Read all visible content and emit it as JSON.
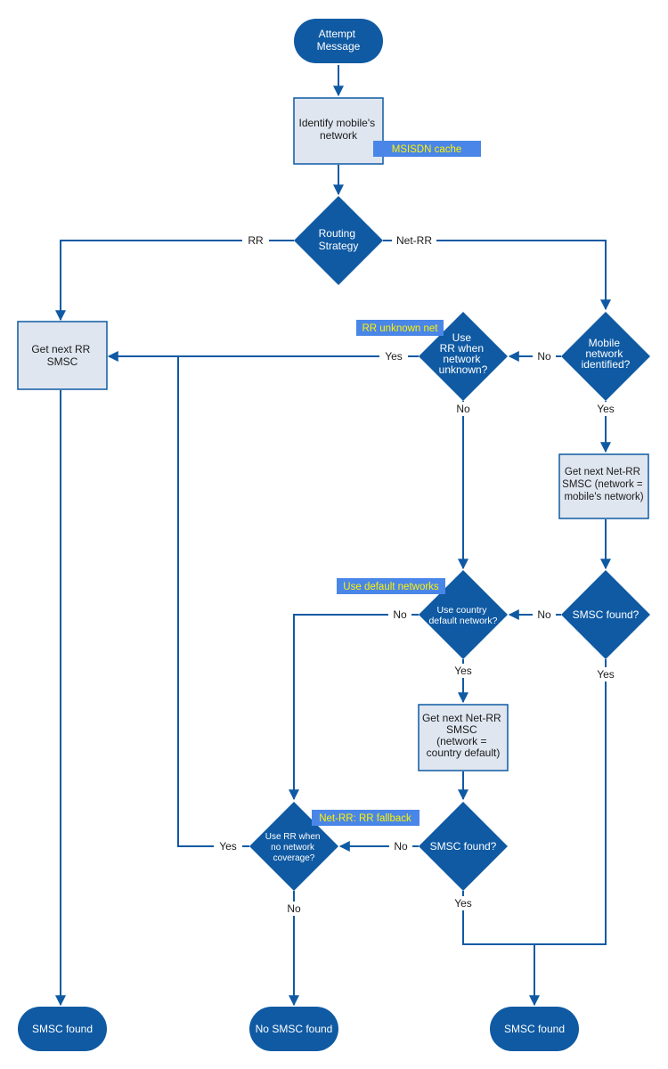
{
  "colors": {
    "dark_blue": "#0f5aa3",
    "box_fill": "#dfe6f0",
    "tag_fill": "#4a86e8",
    "tag_text": "#fff200"
  },
  "nodes": {
    "start": [
      "Attempt",
      "Message"
    ],
    "identify": [
      "Identify mobile's",
      "network"
    ],
    "routing": [
      "Routing",
      "Strategy"
    ],
    "get_rr": [
      "Get next RR",
      "SMSC"
    ],
    "use_rr_unknown": [
      "Use",
      "RR when",
      "network",
      "unknown?"
    ],
    "mobile_identified": [
      "Mobile",
      "network",
      "identified?"
    ],
    "get_netrr_mobile": [
      "Get next Net-RR",
      "SMSC (network =",
      "mobile's network)"
    ],
    "use_country_default": [
      "Use country",
      "default network?"
    ],
    "smsc_found_right": [
      "SMSC found?"
    ],
    "get_netrr_country": [
      "Get next Net-RR",
      "SMSC",
      "(network =",
      "country default)"
    ],
    "smsc_found_mid": [
      "SMSC found?"
    ],
    "use_rr_nocoverage": [
      "Use RR when",
      "no network",
      "coverage?"
    ],
    "end_left": [
      "SMSC found"
    ],
    "end_mid": [
      "No SMSC found"
    ],
    "end_right": [
      "SMSC found"
    ]
  },
  "tags": {
    "msisdn_cache": "MSISDN cache",
    "rr_unknown_net": "RR unknown net",
    "use_default_networks": "Use default networks",
    "netrr_rr_fallback": "Net-RR: RR fallback"
  },
  "edge_labels": {
    "routing_rr": "RR",
    "routing_netrr": "Net-RR",
    "unknown_yes": "Yes",
    "unknown_no": "No",
    "identified_no": "No",
    "identified_yes": "Yes",
    "country_no": "No",
    "country_yes": "Yes",
    "right_found_no": "No",
    "right_found_yes": "Yes",
    "mid_found_no": "No",
    "mid_found_yes": "Yes",
    "coverage_yes": "Yes",
    "coverage_no": "No"
  }
}
